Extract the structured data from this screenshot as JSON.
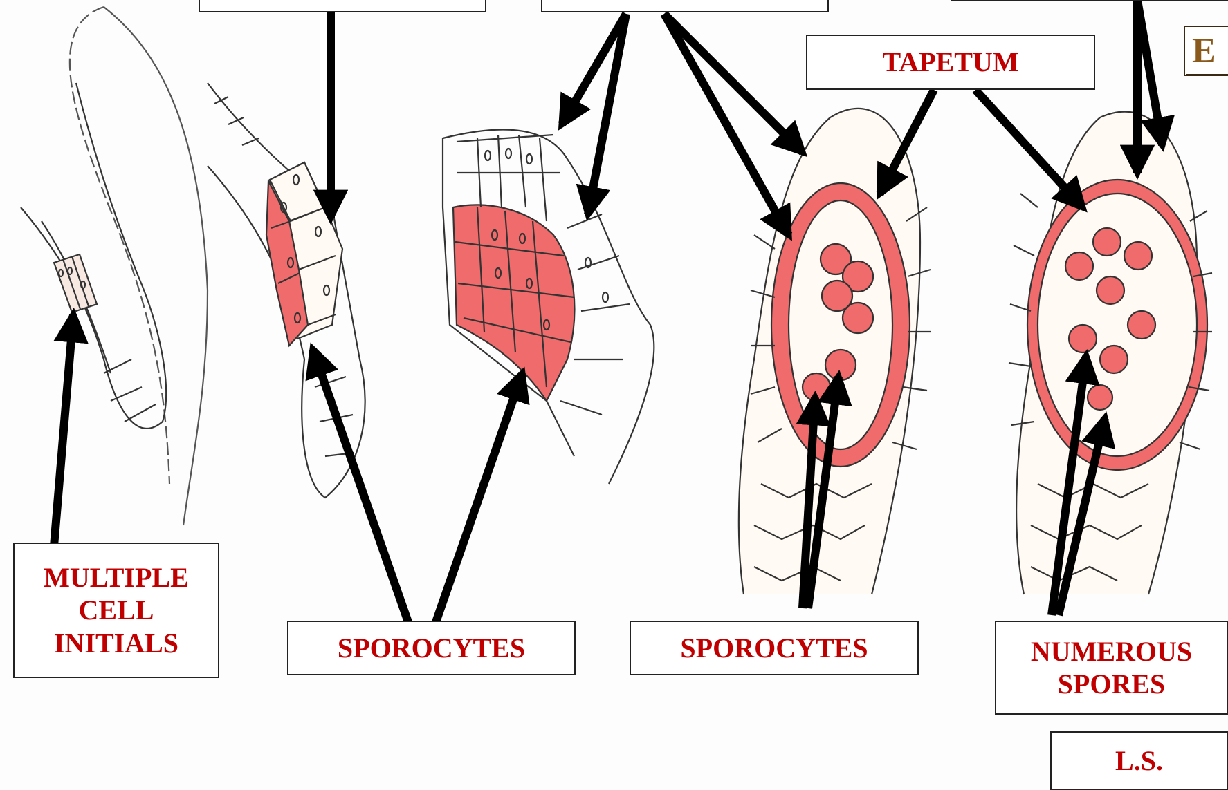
{
  "colors": {
    "sporogenous": "#f06b6b",
    "cell_outline": "#333333",
    "arrow": "#000000",
    "label_text": "#c00000",
    "initials_fill": "#f7e9e2"
  },
  "labels": {
    "multiple_cell_initials": [
      "MULTIPLE",
      "CELL",
      "INITIALS"
    ],
    "sporocytes_1": "SPOROCYTES",
    "sporocytes_2": "SPOROCYTES",
    "tapetum": "TAPETUM",
    "numerous_spores": [
      "NUMEROUS",
      "SPORES"
    ],
    "ls": "L.S.",
    "top_left_box": "",
    "top_middle_box": "",
    "top_right_box": "",
    "corner_letter": "E"
  },
  "stages": [
    {
      "name": "stage-1-initials"
    },
    {
      "name": "stage-2-early-sporogenous"
    },
    {
      "name": "stage-3-sporogenous-tissue"
    },
    {
      "name": "stage-4-sporocytes"
    },
    {
      "name": "stage-5-spores"
    }
  ]
}
